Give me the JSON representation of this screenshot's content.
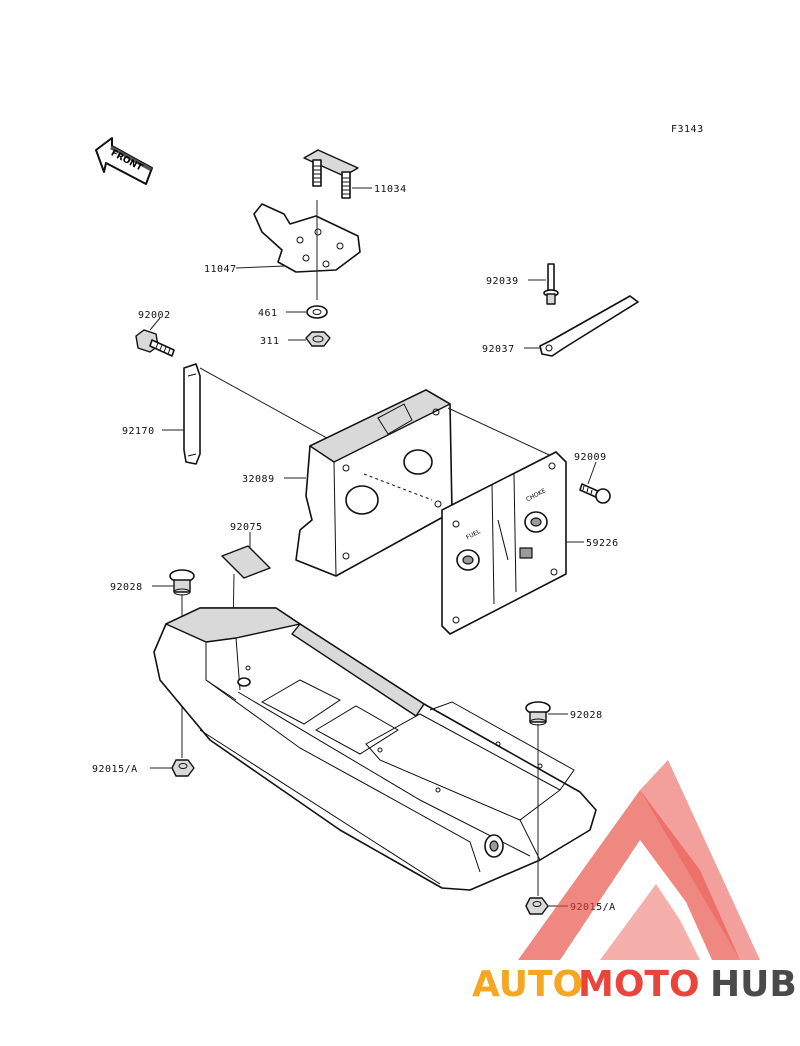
{
  "figure_code": "F3143",
  "front_arrow": {
    "text": "FRONT"
  },
  "labels": {
    "p11034": "11034",
    "p11047": "11047",
    "p461": "461",
    "p311": "311",
    "p92039": "92039",
    "p92037": "92037",
    "p92002": "92002",
    "p92170": "92170",
    "p32089": "32089",
    "p92009": "92009",
    "p59226": "59226",
    "p92075": "92075",
    "p92028a": "92028",
    "p92028b": "92028",
    "p92015a": "92015/A",
    "p92015b": "92015/A"
  },
  "panel_text": {
    "fuel": "FUEL",
    "choke": "CHOKE"
  },
  "watermark": {
    "part1": "AUTO",
    "part2": "MOTO",
    "part3": "HUB",
    "color_red": "#e8453c",
    "color_orange": "#f5a623",
    "color_dark": "#4a4a4a"
  }
}
